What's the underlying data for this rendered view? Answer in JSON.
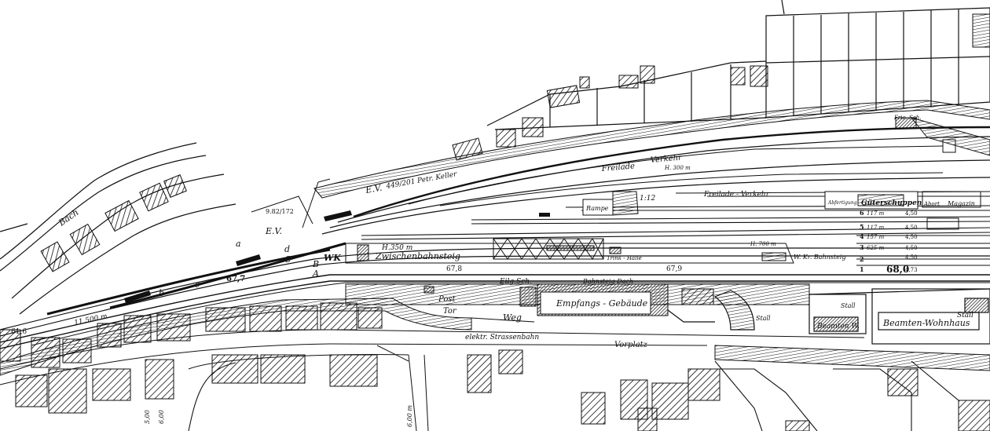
{
  "labels": {
    "bach": "Bach",
    "ev1": "E.V.",
    "ev1_ref": "9.82/172",
    "ev2": "E.V.",
    "ev2_ref": "449/201 Petr. Keller",
    "freilade1": "Freilade",
    "verkehr1": "Verkehr",
    "freilade2": "Freilade - Verkehr",
    "rampe": "Rampe",
    "ratio": "1:12",
    "guterschuppen": "Güterschuppen",
    "abfertigung": "Abfertigung",
    "magazin": "Magazin",
    "abort": "Abort",
    "zwischenbahnsteig": "Zwischenbahnsteig",
    "h350": "H.350 m",
    "trinkhalle": "Trink - Halle",
    "wk": "WK",
    "wkr_bahnsteig": "W. Kr. Bahnsteig",
    "eilg_sch": "Eilg.Sch.",
    "bahnsteig_dach": "Bahnsteig Dach",
    "empfangs": "Empfangs - Gebäude",
    "post": "Post",
    "tor": "Tor",
    "weg": "Weg",
    "strassenbahn": "elektr. Strassenbahn",
    "vorplatz": "Vorplatz",
    "stall1": "Stall",
    "stall2": "Stall",
    "stall3": "Stall",
    "beamten_w": "Beamten W.",
    "beamten_wohnhaus": "Beamten-Wohnhaus",
    "frie_sch": "Frie. Sch.",
    "elev1": "67,7",
    "elev2": "67,8",
    "elev3": "67,9",
    "elev4": "68,0",
    "elev5": "61,6",
    "len_h300": "H. 300 m",
    "len_h700": "H. 700 m",
    "len_11500": "11.500 m",
    "dist1": "5,00",
    "dist2": "6,00",
    "dist3": "6,00 m"
  },
  "track_table": [
    {
      "no": "6",
      "len": "117 m",
      "width": "4,50"
    },
    {
      "no": "5",
      "len": "117 m",
      "width": "4,50"
    },
    {
      "no": "4",
      "len": "157 m",
      "width": "4,50"
    },
    {
      "no": "3",
      "len": "625 m",
      "width": "4,50"
    },
    {
      "no": "2",
      "len": "",
      "width": "4,50"
    },
    {
      "no": "1",
      "len": "",
      "width": "4,73"
    }
  ],
  "switch_letters": [
    "a",
    "b",
    "c",
    "d",
    "A",
    "B",
    "C"
  ]
}
